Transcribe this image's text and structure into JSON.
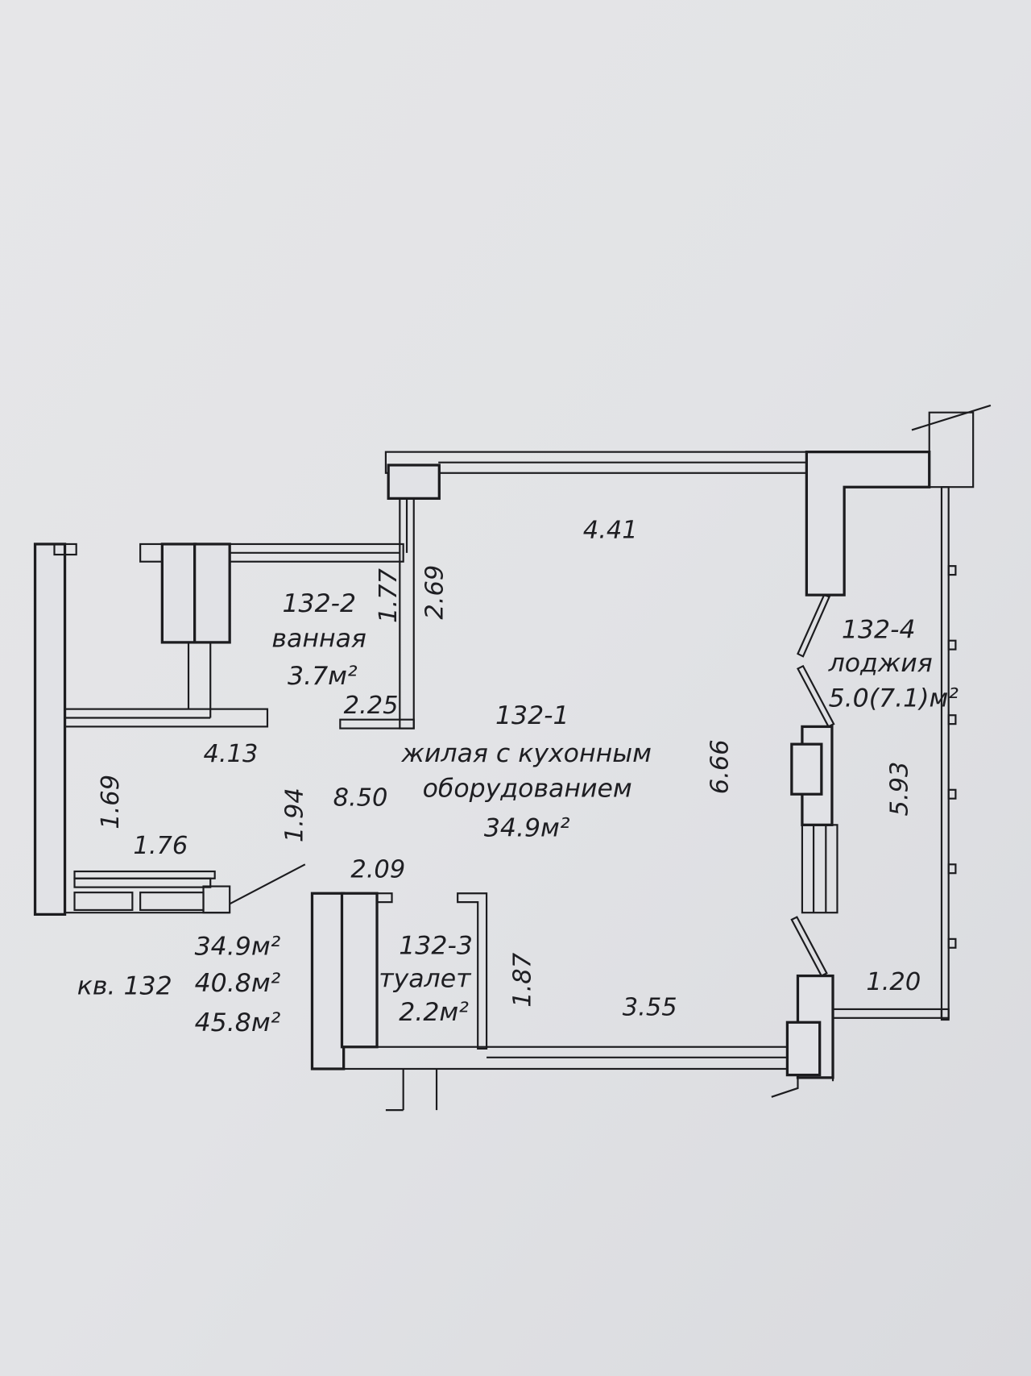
{
  "rooms": {
    "living": {
      "id": "132-1",
      "name_line1": "жилая с кухонным",
      "name_line2": "оборудованием",
      "area": "34.9м²"
    },
    "bath": {
      "id": "132-2",
      "name": "ванная",
      "area": "3.7м²"
    },
    "toilet": {
      "id": "132-3",
      "name": "туалет",
      "area": "2.2м²"
    },
    "loggia": {
      "id": "132-4",
      "name": "лоджия",
      "area": "5.0(7.1)м²"
    }
  },
  "dimensions": {
    "d441": "4.41",
    "d177": "1.77",
    "d269": "2.69",
    "d225": "2.25",
    "d413": "4.13",
    "d169": "1.69",
    "d176": "1.76",
    "d194": "1.94",
    "d850": "8.50",
    "d209": "2.09",
    "d666": "6.66",
    "d593": "5.93",
    "d187": "1.87",
    "d355": "3.55",
    "d120": "1.20"
  },
  "apartment": {
    "label": "кв. 132",
    "area_living": "34.9м²",
    "area_total": "40.8м²",
    "area_with_loggia": "45.8м²"
  }
}
